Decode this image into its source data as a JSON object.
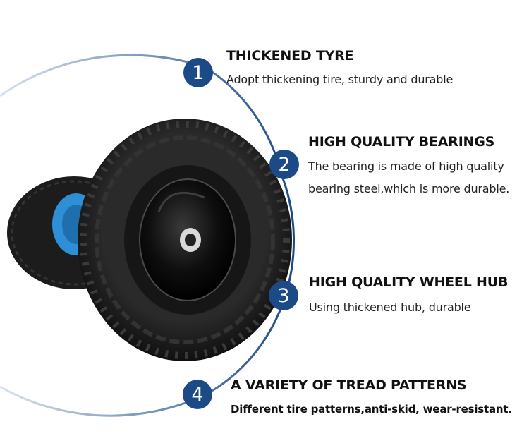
{
  "colors": {
    "accent": "#1b4a86",
    "hub_blue": "#2f8fd6",
    "tire_black": "#1a1a1a"
  },
  "features": [
    {
      "number": "1",
      "title": "THICKENED TYRE",
      "description": [
        "Adopt thickening tire, sturdy and durable"
      ]
    },
    {
      "number": "2",
      "title": "HIGH QUALITY BEARINGS",
      "description": [
        "The bearing is made of high quality",
        "bearing steel,which is more durable."
      ]
    },
    {
      "number": "3",
      "title": "HIGH QUALITY WHEEL HUB",
      "description": [
        "Using thickened hub, durable"
      ]
    },
    {
      "number": "4",
      "title": "A VARIETY OF TREAD PATTERNS",
      "description": [
        "Different tire patterns,anti-skid, wear-resistant."
      ]
    }
  ]
}
